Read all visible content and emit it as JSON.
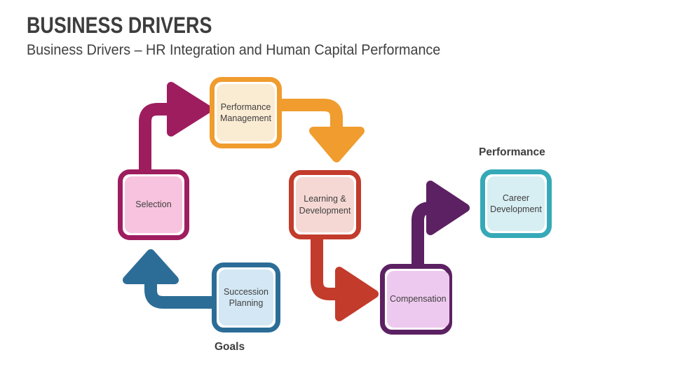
{
  "header": {
    "title": "BUSINESS DRIVERS",
    "subtitle": "Business Drivers – HR Integration and Human Capital Performance"
  },
  "diagram": {
    "nodes": [
      {
        "id": "performance-management",
        "label": "Performance Management",
        "border_color": "#F09C2E",
        "fill_color": "#FAEBD3"
      },
      {
        "id": "selection",
        "label": "Selection",
        "border_color": "#9E1D5F",
        "fill_color": "#F8C3DE"
      },
      {
        "id": "learning-development",
        "label": "Learning & Development",
        "border_color": "#C23B2B",
        "fill_color": "#F5D8D4"
      },
      {
        "id": "succession-planning",
        "label": "Succession Planning",
        "border_color": "#2C6D97",
        "fill_color": "#D3E7F4"
      },
      {
        "id": "compensation",
        "label": "Compensation",
        "border_color": "#5C2162",
        "fill_color": "#EEC9EF"
      },
      {
        "id": "career-development",
        "label": "Career Development",
        "border_color": "#36A9B8",
        "fill_color": "#D7EEF2"
      }
    ],
    "arrows": [
      {
        "from": "selection",
        "to": "performance-management",
        "color": "#9E1D5F"
      },
      {
        "from": "performance-management",
        "to": "learning-development",
        "color": "#F09C2E"
      },
      {
        "from": "learning-development",
        "to": "compensation",
        "color": "#C23B2B"
      },
      {
        "from": "succession-planning",
        "to": "selection",
        "color": "#2C6D97"
      },
      {
        "from": "compensation",
        "to": "career-development",
        "color": "#5C2162"
      }
    ],
    "annotations": {
      "performance": "Performance",
      "goals": "Goals"
    }
  },
  "colors": {
    "background": "#FFFFFF",
    "heading_text": "#3D3D3D",
    "node_text": "#404040"
  }
}
